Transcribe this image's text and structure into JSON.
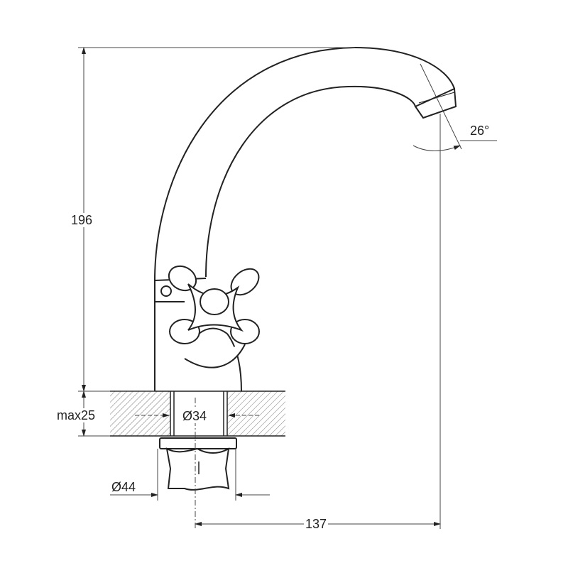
{
  "labels": {
    "height": "196",
    "angle": "26°",
    "max_thickness": "max25",
    "hole_diameter": "Ø34",
    "nut_diameter": "Ø44",
    "reach": "137"
  },
  "colors": {
    "line": "#222222",
    "thin": "#555555"
  }
}
